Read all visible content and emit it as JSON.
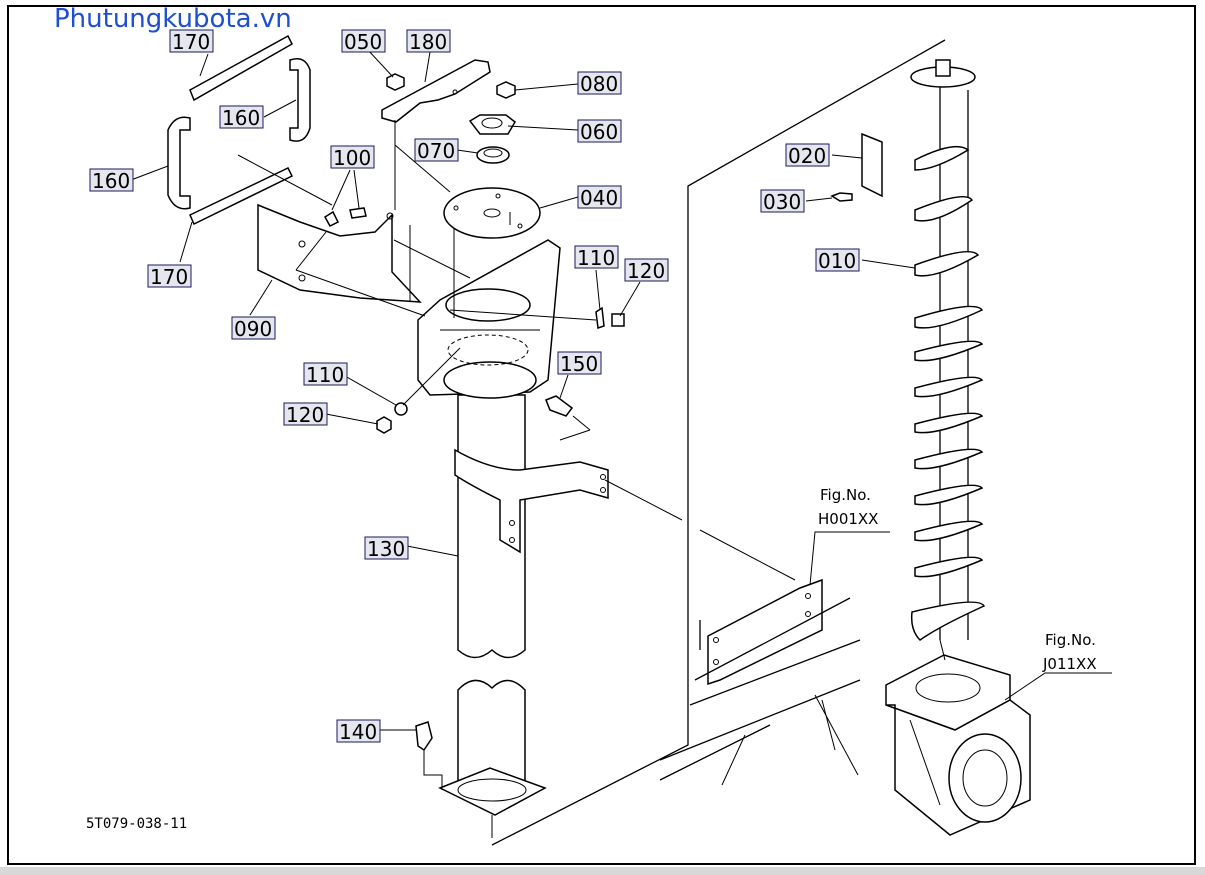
{
  "watermark": "Phutungkubota.vn",
  "drawing_code": "5T079-038-11",
  "callouts": [
    {
      "id": "c170a",
      "text": "170"
    },
    {
      "id": "c050",
      "text": "050"
    },
    {
      "id": "c180",
      "text": "180"
    },
    {
      "id": "c080",
      "text": "080"
    },
    {
      "id": "c160a",
      "text": "160"
    },
    {
      "id": "c060",
      "text": "060"
    },
    {
      "id": "c100",
      "text": "100"
    },
    {
      "id": "c070",
      "text": "070"
    },
    {
      "id": "c160b",
      "text": "160"
    },
    {
      "id": "c040",
      "text": "040"
    },
    {
      "id": "c020",
      "text": "020"
    },
    {
      "id": "c030",
      "text": "030"
    },
    {
      "id": "c110a",
      "text": "110"
    },
    {
      "id": "c120a",
      "text": "120"
    },
    {
      "id": "c010",
      "text": "010"
    },
    {
      "id": "c170b",
      "text": "170"
    },
    {
      "id": "c090",
      "text": "090"
    },
    {
      "id": "c150",
      "text": "150"
    },
    {
      "id": "c110b",
      "text": "110"
    },
    {
      "id": "c120b",
      "text": "120"
    },
    {
      "id": "c130",
      "text": "130"
    },
    {
      "id": "c140",
      "text": "140"
    }
  ],
  "figure_refs": [
    {
      "id": "figH",
      "line1": "Fig.No.",
      "line2": "H001XX"
    },
    {
      "id": "figJ",
      "line1": "Fig.No.",
      "line2": "J011XX"
    }
  ]
}
